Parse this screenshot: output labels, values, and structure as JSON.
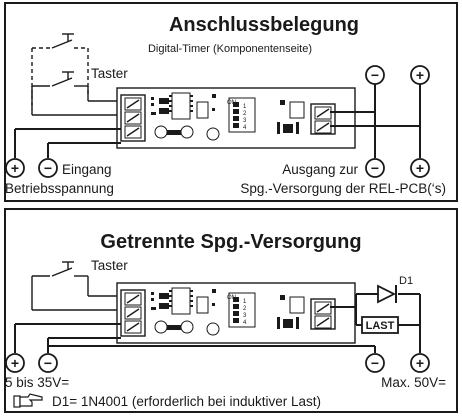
{
  "panel_top": {
    "title": "Anschlussbelegung",
    "subtitle": "Digital-Timer (Komponentenseite)",
    "taster_label": "Taster",
    "eingang_label": "Eingang",
    "betriebsspannung_label": "Betriebsspannung",
    "ausgang_label_line1": "Ausgang zur",
    "ausgang_label_line2": "Spg.-Versorgung der REL-PCB(‘s)"
  },
  "panel_bottom": {
    "title": "Getrennte Spg.-Versorgung",
    "taster_label": "Taster",
    "diode_label": "D1",
    "load_label": "LAST",
    "input_voltage_label": "5 bis 35V=",
    "output_voltage_label": "Max. 50V=",
    "note": "D1= 1N4001 (erforderlich bei induktiver Last)"
  },
  "symbols": {
    "plus": "+",
    "minus": "−"
  },
  "dip_switch": {
    "on_label": "ON",
    "pin_labels": [
      "1",
      "2",
      "3",
      "4"
    ]
  },
  "icons": {
    "note_marker": "pointing-hand-icon"
  }
}
